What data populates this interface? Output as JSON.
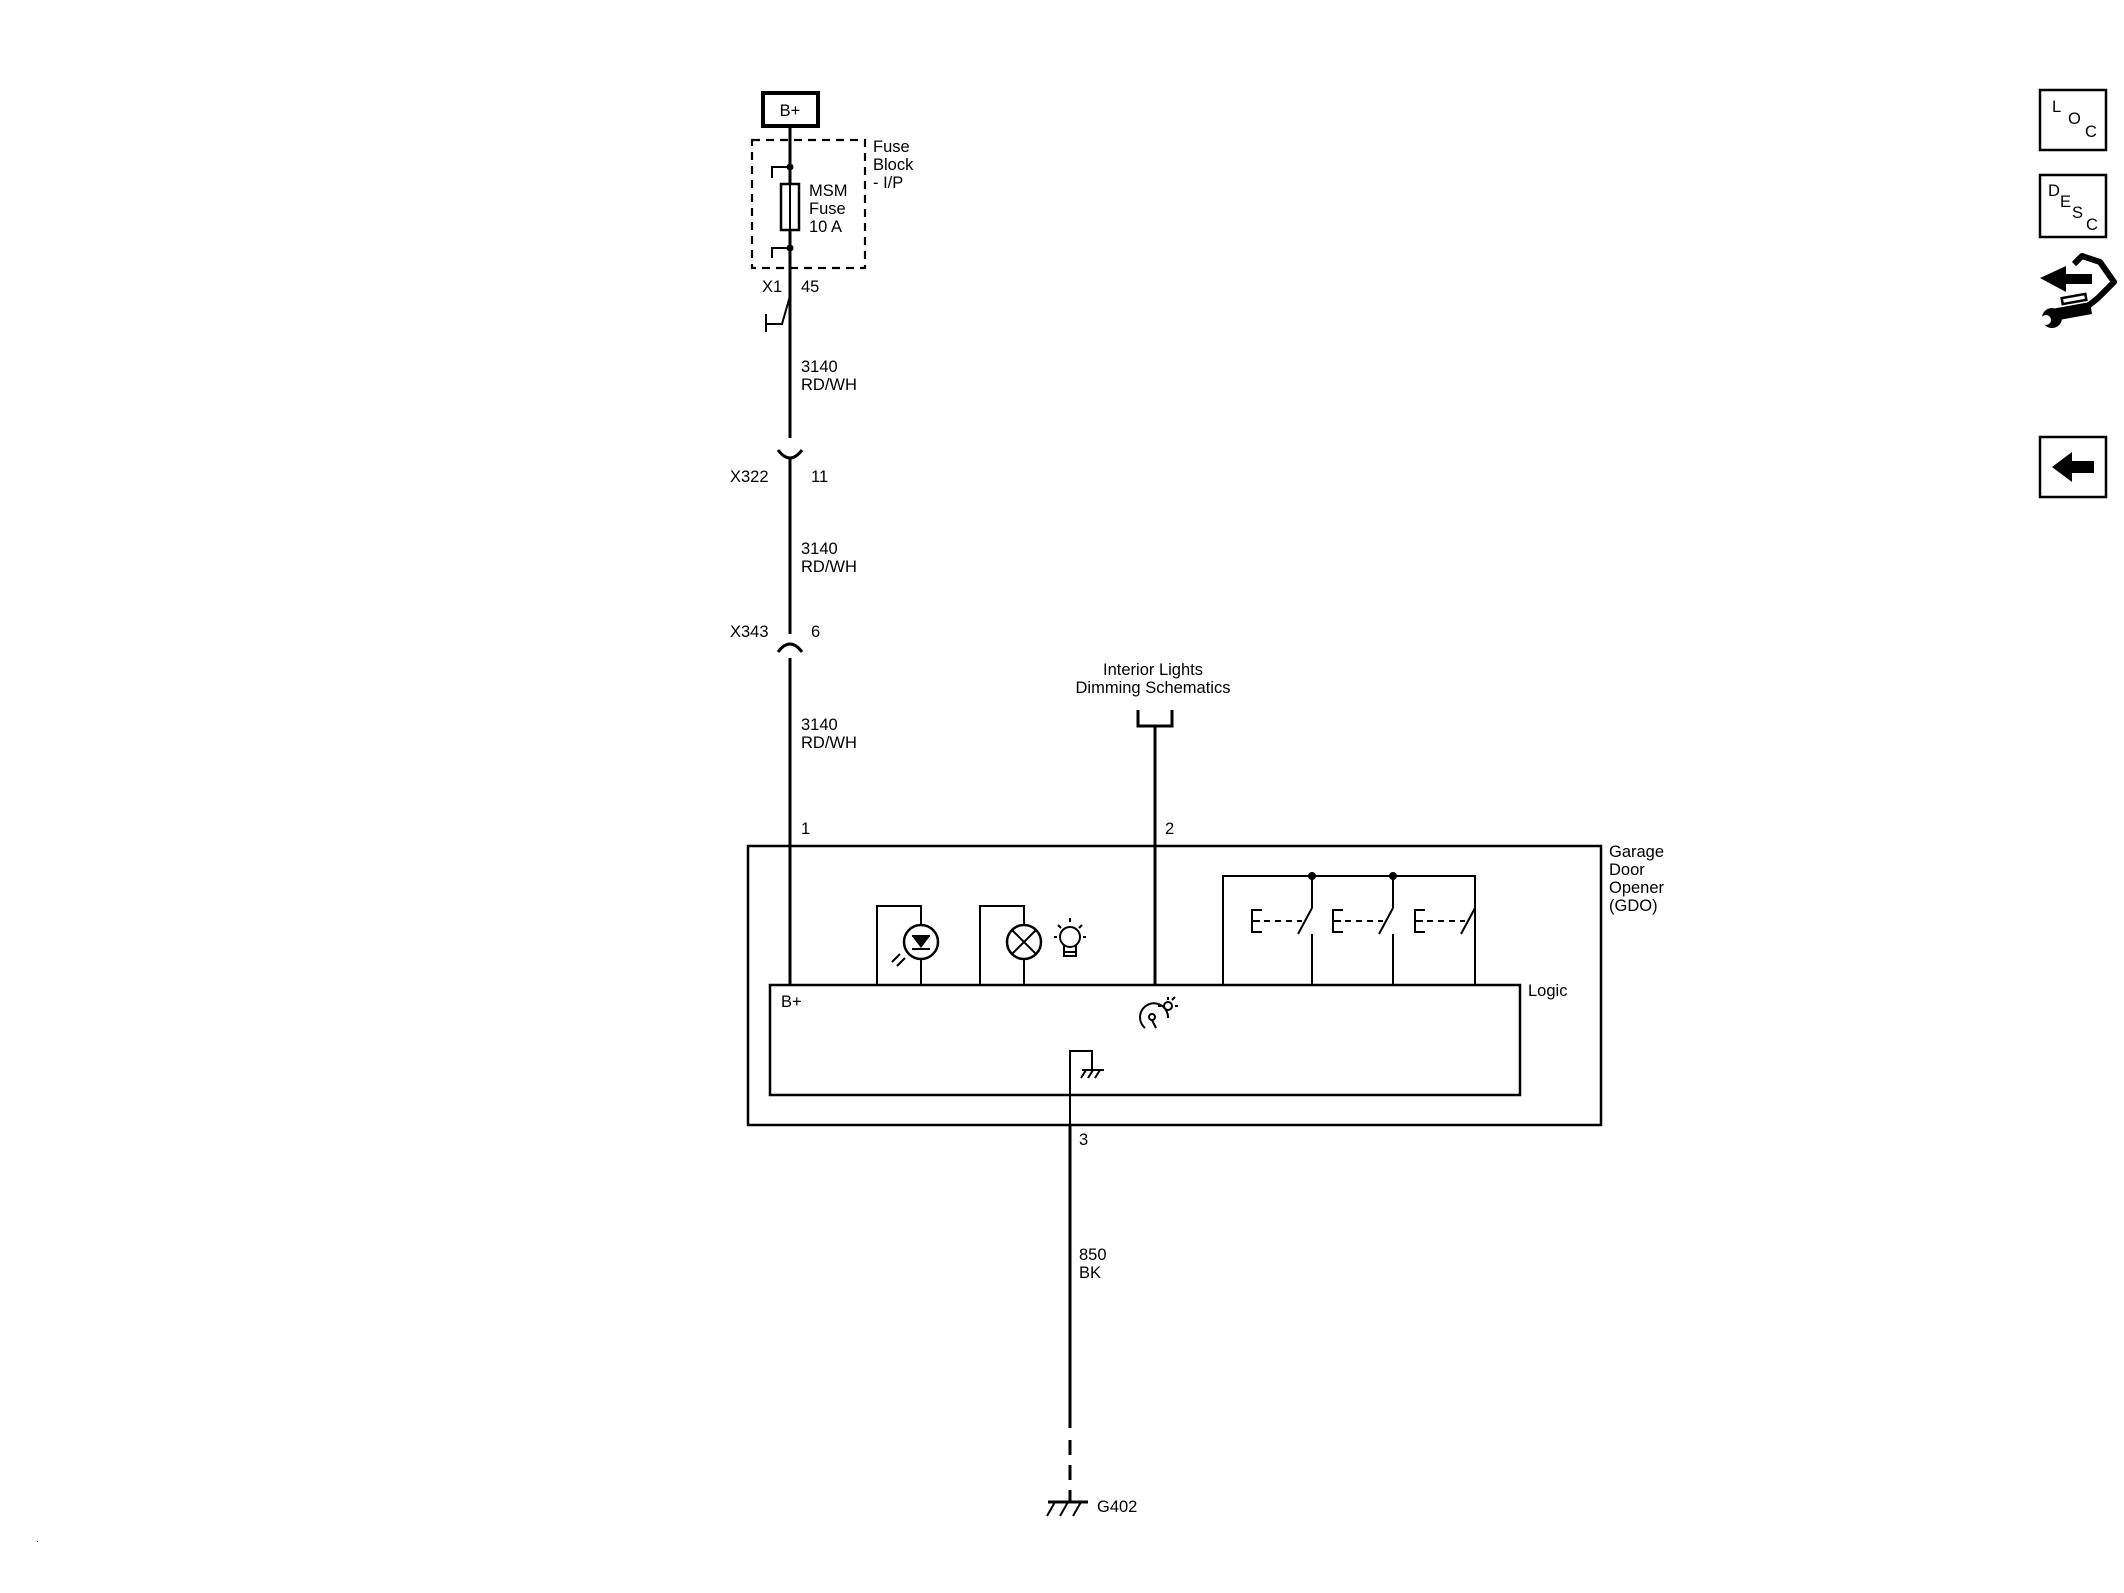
{
  "power": {
    "b_plus": "B+",
    "fuse_block": [
      "Fuse",
      "Block",
      "- I/P"
    ],
    "fuse": [
      "MSM",
      "Fuse",
      "10 A"
    ],
    "connector_x1": "X1",
    "pin_45": "45"
  },
  "wires": {
    "w1": [
      "3140",
      "RD/WH"
    ],
    "w2": [
      "3140",
      "RD/WH"
    ],
    "w3": [
      "3140",
      "RD/WH"
    ],
    "ground_wire": [
      "850",
      "BK"
    ]
  },
  "connectors": {
    "x322": "X322",
    "x322_pin": "11",
    "x343": "X343",
    "x343_pin": "6"
  },
  "dimming": {
    "label": [
      "Interior Lights",
      "Dimming Schematics"
    ]
  },
  "module": {
    "pin_1": "1",
    "pin_2": "2",
    "pin_3": "3",
    "name": [
      "Garage",
      "Door",
      "Opener",
      "(GDO)"
    ],
    "logic": "Logic",
    "b_plus": "B+"
  },
  "ground": {
    "id": "G402"
  },
  "nav": {
    "loc": [
      "L",
      "O",
      "C"
    ],
    "desc": [
      "D",
      "E",
      "S",
      "C"
    ],
    "connector_icon": "connector-wrench-icon",
    "back_icon": "arrow-left-icon"
  }
}
